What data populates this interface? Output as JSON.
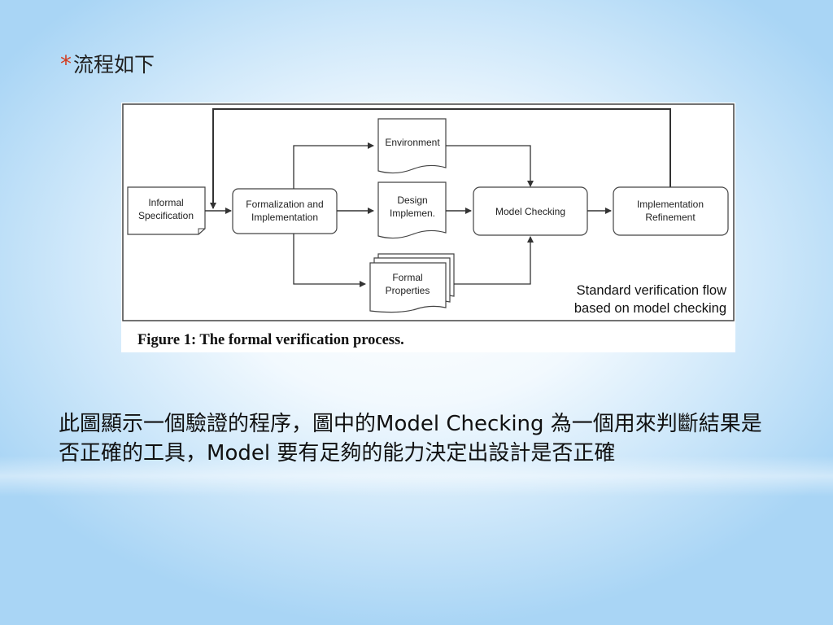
{
  "slide": {
    "bullet": "*",
    "heading": "流程如下"
  },
  "figure": {
    "nodes": {
      "informal_spec": [
        "Informal",
        "Specification"
      ],
      "formalization": [
        "Formalization and",
        "Implementation"
      ],
      "environment": "Environment",
      "design_impl": [
        "Design",
        "Implemen."
      ],
      "formal_props": [
        "Formal",
        "Properties"
      ],
      "model_checking": "Model Checking",
      "impl_refinement": [
        "Implementation",
        "Refinement"
      ]
    },
    "annotation": [
      "Standard verification flow",
      "based on model checking"
    ],
    "caption": "Figure 1: The formal verification process."
  },
  "body": {
    "segments": [
      {
        "text": "此圖顯示一個驗證的程序，圖中的",
        "latin": false
      },
      {
        "text": "Model Checking",
        "latin": true
      },
      {
        "text": " 為一個用來判斷結果是否正確的工具，",
        "latin": false
      },
      {
        "text": "Model",
        "latin": true
      },
      {
        "text": " 要有足夠的能力決定出設計是否正確",
        "latin": false
      }
    ]
  }
}
